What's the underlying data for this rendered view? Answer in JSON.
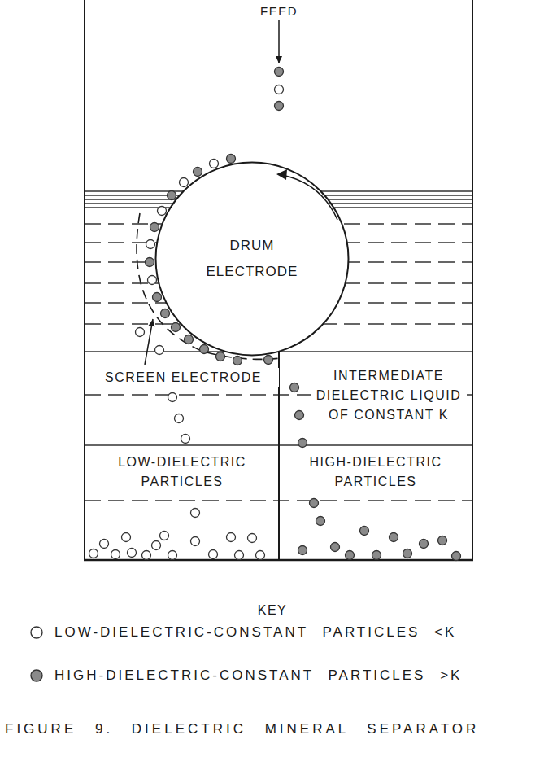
{
  "diagram": {
    "caption": "FIGURE 9. DIELECTRIC MINERAL SEPARATOR",
    "nodes": [
      {
        "text": [
          "DRUM ELECTRODE"
        ]
      }
    ],
    "labels": [
      "FEED",
      "SCREEN ELECTRODE",
      "INTERMEDIATE DIELECTRIC LIQUID OF CONSTANT K",
      "LOW-DIELECTRIC PARTICLES",
      "HIGH-DIELECTRIC PARTICLES",
      "KEY"
    ],
    "legend": [
      {
        "text": "LOW-DIELECTRIC-CONSTANT PARTICLES <K"
      },
      {
        "text": "HIGH-DIELECTRIC-CONSTANT PARTICLES >K"
      }
    ]
  }
}
